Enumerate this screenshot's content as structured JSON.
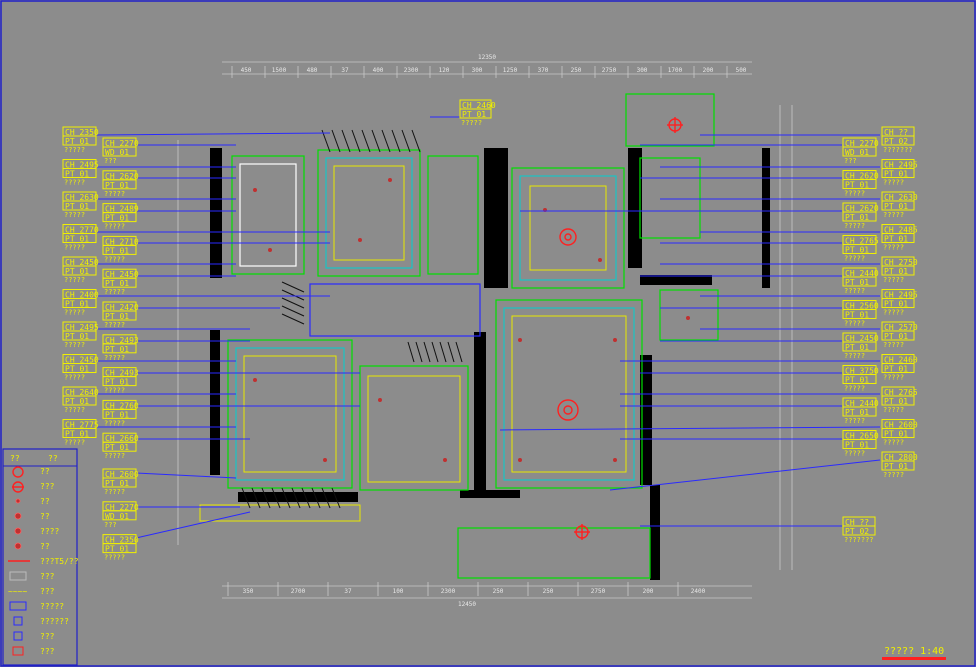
{
  "drawing": {
    "scale_label": "????? 1:40",
    "legend_title_left": "??",
    "legend_title_right": "??"
  },
  "dimensions_top": [
    "450",
    "1500",
    "480",
    "37",
    "400",
    "2300",
    "120",
    "300",
    "1250",
    "370",
    "250",
    "2750",
    "300",
    "1700",
    "200",
    "500"
  ],
  "dimension_top_total": "12350",
  "dimensions_bottom": [
    "350",
    "2700",
    "37",
    "100",
    "2300",
    "250",
    "250",
    "2750",
    "200",
    "2400"
  ],
  "dimension_bottom_total": "12450",
  "tags_left": [
    {
      "l1": "CH 2350",
      "l2": "PT 01",
      "sub": "?????"
    },
    {
      "l1": "CH 2495",
      "l2": "PT 01",
      "sub": "?????"
    },
    {
      "l1": "CH 2630",
      "l2": "PT 01",
      "sub": "?????"
    },
    {
      "l1": "CH 2770",
      "l2": "PT 01",
      "sub": "?????"
    },
    {
      "l1": "CH 2450",
      "l2": "PT 01",
      "sub": "?????"
    },
    {
      "l1": "CH 2400",
      "l2": "PT 01",
      "sub": "?????"
    },
    {
      "l1": "CH 2495",
      "l2": "PT 01",
      "sub": "?????"
    },
    {
      "l1": "CH 2450",
      "l2": "PT 01",
      "sub": "?????"
    },
    {
      "l1": "CH 2640",
      "l2": "PT 01",
      "sub": "?????"
    },
    {
      "l1": "CH 2775",
      "l2": "PT 01",
      "sub": "?????"
    }
  ],
  "tags_left_inner": [
    {
      "l1": "CH 2270",
      "l2": "WD 01",
      "sub": "???"
    },
    {
      "l1": "CH 2620",
      "l2": "PT 01",
      "sub": "?????"
    },
    {
      "l1": "CH 2489",
      "l2": "PT 01",
      "sub": "?????"
    },
    {
      "l1": "CH 2710",
      "l2": "PT 01",
      "sub": "?????"
    },
    {
      "l1": "CH 2450",
      "l2": "PT 01",
      "sub": "?????"
    },
    {
      "l1": "CH 2420",
      "l2": "PT 01",
      "sub": "?????"
    },
    {
      "l1": "CH 2493",
      "l2": "PT 01",
      "sub": "?????"
    },
    {
      "l1": "CH 2493",
      "l2": "PT 01",
      "sub": "?????"
    },
    {
      "l1": "CH 2760",
      "l2": "PT 01",
      "sub": "?????"
    },
    {
      "l1": "CH 2660",
      "l2": "PT 01",
      "sub": "?????"
    },
    {
      "l1": "CH 2600",
      "l2": "PT 01",
      "sub": "?????"
    },
    {
      "l1": "CH 2270",
      "l2": "WD 01",
      "sub": "???"
    },
    {
      "l1": "CH 2350",
      "l2": "PT 01",
      "sub": "?????"
    }
  ],
  "tags_right_inner": [
    {
      "l1": "CH 2270",
      "l2": "WD 01",
      "sub": "???"
    },
    {
      "l1": "CH 2620",
      "l2": "PT 01",
      "sub": "?????"
    },
    {
      "l1": "CH 2620",
      "l2": "PT 01",
      "sub": "?????"
    },
    {
      "l1": "CH 2765",
      "l2": "PT 01",
      "sub": "?????"
    },
    {
      "l1": "CH 2440",
      "l2": "PT 01",
      "sub": "?????"
    },
    {
      "l1": "CH 2560",
      "l2": "PT 01",
      "sub": "?????"
    },
    {
      "l1": "CH 2450",
      "l2": "PT 01",
      "sub": "?????"
    },
    {
      "l1": "CH 3750",
      "l2": "PT 01",
      "sub": "?????"
    },
    {
      "l1": "CH 2440",
      "l2": "PT 01",
      "sub": "?????"
    },
    {
      "l1": "CH 2650",
      "l2": "PT 01",
      "sub": "?????"
    }
  ],
  "tags_right": [
    {
      "l1": "CH ??",
      "l2": "PT 02",
      "sub": "???????"
    },
    {
      "l1": "CH 2495",
      "l2": "PT 01",
      "sub": "?????"
    },
    {
      "l1": "CH 2630",
      "l2": "PT 01",
      "sub": "?????"
    },
    {
      "l1": "CH 2485",
      "l2": "PT 01",
      "sub": "?????"
    },
    {
      "l1": "CH 2750",
      "l2": "PT 01",
      "sub": "?????"
    },
    {
      "l1": "CH 2495",
      "l2": "PT 01",
      "sub": "?????"
    },
    {
      "l1": "CH 2570",
      "l2": "PT 01",
      "sub": "?????"
    },
    {
      "l1": "CH 2460",
      "l2": "PT 01",
      "sub": "?????"
    },
    {
      "l1": "CH 2765",
      "l2": "PT 01",
      "sub": "?????"
    },
    {
      "l1": "CH 2600",
      "l2": "PT 01",
      "sub": "?????"
    },
    {
      "l1": "CH 2800",
      "l2": "PT 01",
      "sub": "?????"
    }
  ],
  "tag_top": {
    "l1": "CH 2460",
    "l2": "PT 01",
    "sub": "?????"
  },
  "tag_bottom": {
    "l1": "CH ??",
    "l2": "PT 02",
    "sub": "???????"
  },
  "legend": [
    {
      "icon": "ceiling-lamp-icon",
      "label": "??"
    },
    {
      "icon": "pendant-lamp-icon",
      "label": "???"
    },
    {
      "icon": "small-spot-icon",
      "label": "??"
    },
    {
      "icon": "wall-lamp-icon",
      "label": "??"
    },
    {
      "icon": "downlight-icon",
      "label": "????"
    },
    {
      "icon": "spotlight-icon",
      "label": "??"
    },
    {
      "icon": "led-strip-icon",
      "label": "???T5/??"
    },
    {
      "icon": "access-panel-icon",
      "label": "???"
    },
    {
      "icon": "vent-icon",
      "label": "???"
    },
    {
      "icon": "diffuser-icon",
      "label": "?????"
    },
    {
      "icon": "exhaust-fan-icon",
      "label": "??????"
    },
    {
      "icon": "switch-icon",
      "label": "???"
    },
    {
      "icon": "red-box-icon",
      "label": "???"
    }
  ]
}
